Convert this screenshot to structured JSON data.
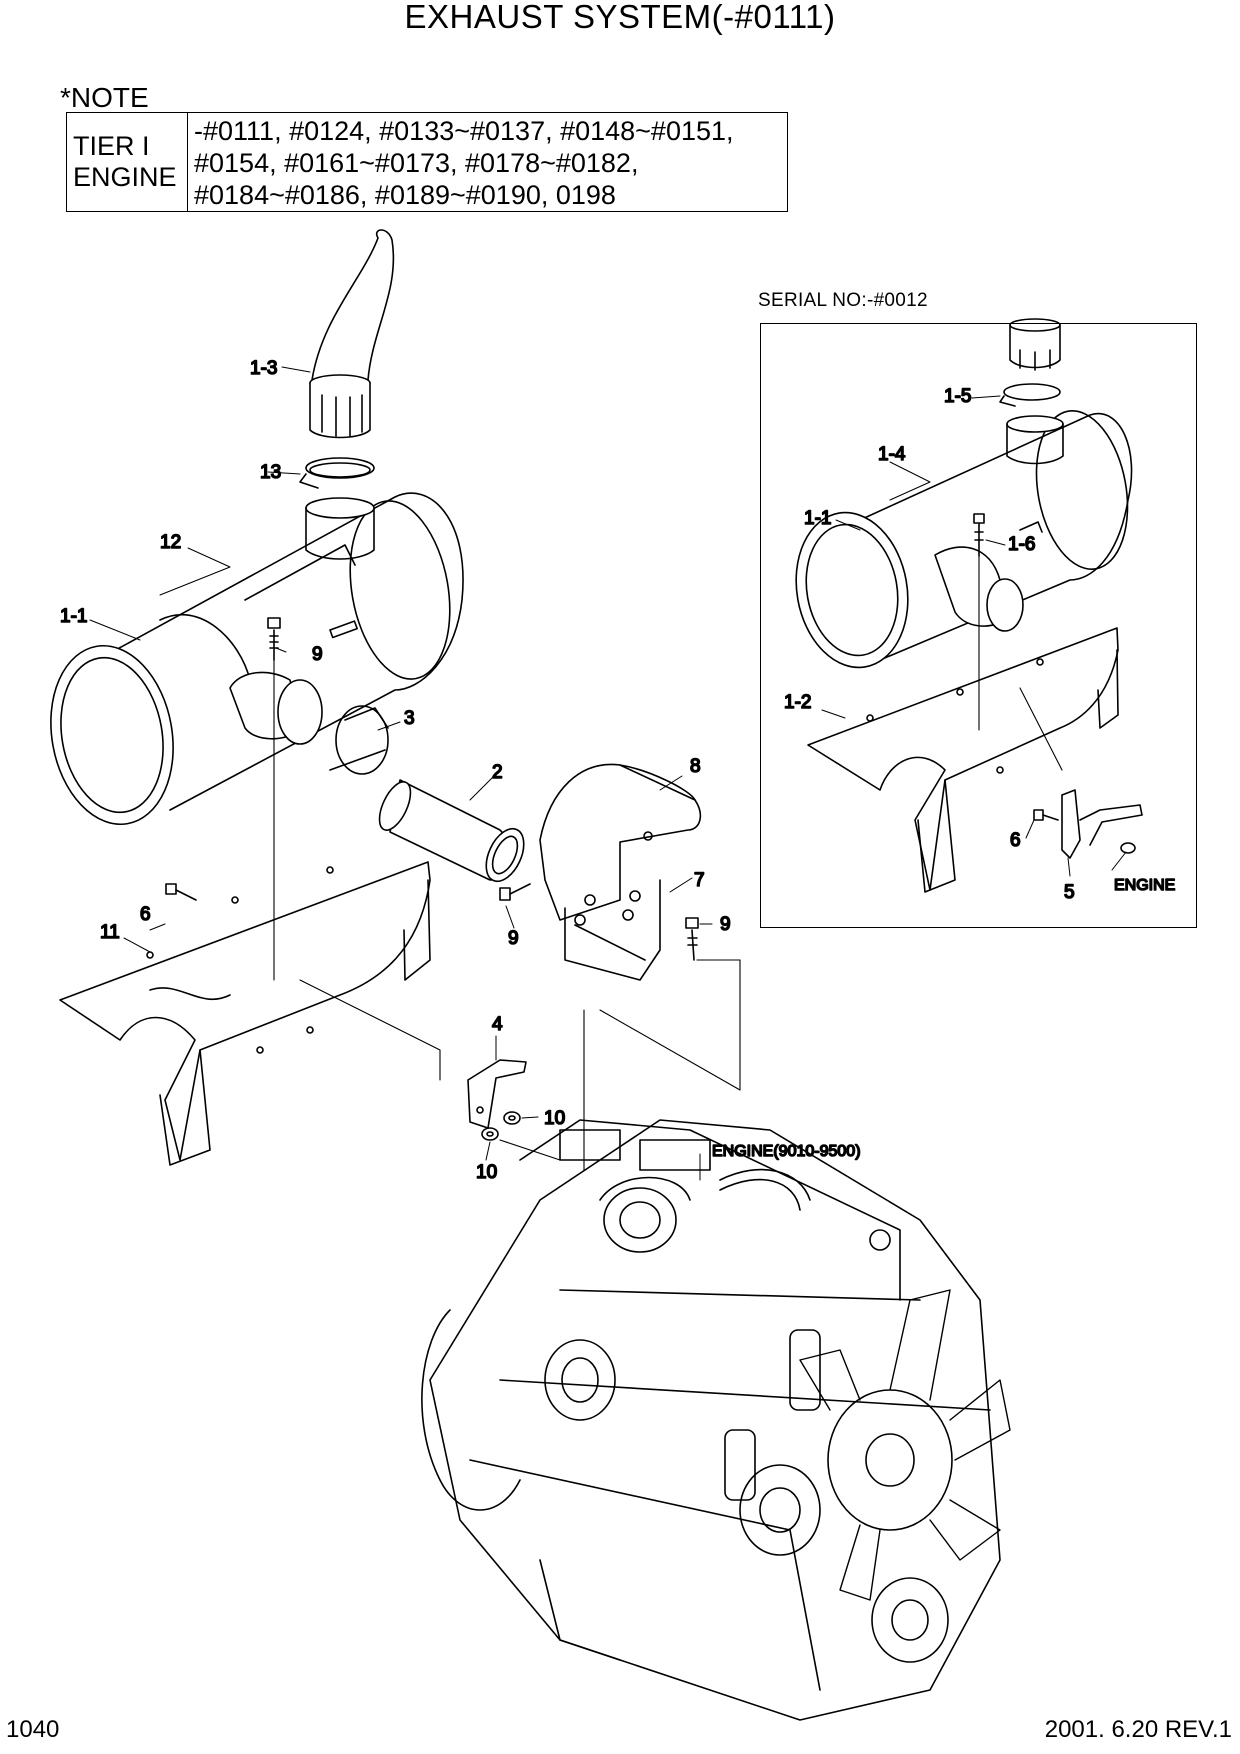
{
  "page": {
    "title": "EXHAUST SYSTEM(-#0111)",
    "page_number": "1040",
    "revision": "2001. 6.20 REV.1"
  },
  "note": {
    "label": "*NOTE",
    "left_lines": [
      "TIER I",
      "ENGINE"
    ],
    "right_lines": [
      "-#0111, #0124, #0133~#0137, #0148~#0151,",
      " #0154, #0161~#0173, #0178~#0182,",
      " #0184~#0186, #0189~#0190, 0198"
    ]
  },
  "inset": {
    "serial_label": "SERIAL NO:-#0012",
    "engine_label": "ENGINE",
    "callouts": {
      "c1_5": "1-5",
      "c1_4": "1-4",
      "c1_1": "1-1",
      "c1_6": "1-6",
      "c1_2": "1-2",
      "c6": "6",
      "c5": "5"
    }
  },
  "main": {
    "engine_label": "ENGINE(9010-9500)",
    "callouts": {
      "c1_3": "1-3",
      "c13": "13",
      "c12": "12",
      "c1_1": "1-1",
      "c9a": "9",
      "c3": "3",
      "c2": "2",
      "c8": "8",
      "c7": "7",
      "c9b": "9",
      "c9c": "9",
      "c6": "6",
      "c11": "11",
      "c4": "4",
      "c10a": "10",
      "c10b": "10"
    }
  }
}
